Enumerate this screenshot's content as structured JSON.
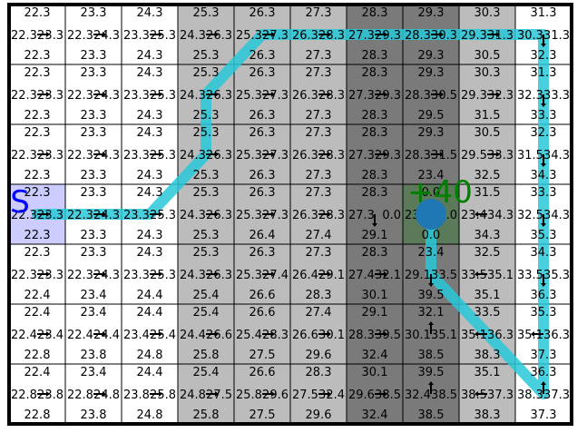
{
  "grid": {
    "rows": 7,
    "cols": 10,
    "column_shades": [
      "#ffffff",
      "#ffffff",
      "#ffffff",
      "#bcbcbc",
      "#bcbcbc",
      "#bcbcbc",
      "#7a7a7a",
      "#7a7a7a",
      "#bcbcbc",
      "#ffffff"
    ],
    "cells": [
      {
        "top": [
          "22.3",
          "23.3",
          "24.3",
          "25.3",
          "26.3",
          "27.3",
          "28.3",
          "29.3",
          "30.3",
          "31.3"
        ],
        "left": [
          "22.3",
          "22.3",
          "23.3",
          "24.3",
          "25.3",
          "26.3",
          "27.3",
          "28.3",
          "29.3",
          "30.3"
        ],
        "right": [
          "23.3",
          "24.3",
          "25.3",
          "26.3",
          "27.3",
          "28.3",
          "29.3",
          "30.3",
          "31.3",
          "31.3"
        ],
        "bottom": [
          "22.3",
          "23.3",
          "24.3",
          "25.3",
          "26.3",
          "27.3",
          "28.3",
          "29.3",
          "30.5",
          "32.3"
        ]
      },
      {
        "top": [
          "22.3",
          "23.3",
          "24.3",
          "25.3",
          "26.3",
          "27.3",
          "28.3",
          "29.3",
          "30.3",
          "31.3"
        ],
        "left": [
          "22.3",
          "22.3",
          "23.3",
          "24.3",
          "25.3",
          "26.3",
          "27.3",
          "28.3",
          "29.3",
          "32.3"
        ],
        "right": [
          "23.3",
          "24.3",
          "25.3",
          "26.3",
          "27.3",
          "28.3",
          "29.3",
          "30.5",
          "32.3",
          "33.3"
        ],
        "bottom": [
          "22.3",
          "23.3",
          "24.3",
          "25.3",
          "26.3",
          "27.3",
          "28.3",
          "29.5",
          "31.5",
          "33.3"
        ]
      },
      {
        "top": [
          "22.3",
          "23.3",
          "24.3",
          "25.3",
          "26.3",
          "27.3",
          "28.3",
          "29.3",
          "30.5",
          "32.3"
        ],
        "left": [
          "22.3",
          "22.3",
          "23.3",
          "24.3",
          "25.3",
          "26.3",
          "27.3",
          "28.3",
          "29.5",
          "31.5"
        ],
        "right": [
          "23.3",
          "24.3",
          "25.3",
          "26.3",
          "27.3",
          "28.3",
          "29.3",
          "31.5",
          "33.3",
          "34.3"
        ],
        "bottom": [
          "22.3",
          "23.3",
          "24.3",
          "25.3",
          "26.3",
          "27.3",
          "28.3",
          "23.4",
          "32.5",
          "34.3"
        ]
      },
      {
        "top": [
          "22.3",
          "23.3",
          "24.3",
          "25.3",
          "26.3",
          "27.3",
          "28.3",
          "0.0",
          "31.5",
          "33.3"
        ],
        "left": [
          "22.3",
          "22.3",
          "23.3",
          "24.3",
          "25.3",
          "26.3",
          "27.3",
          "23.4",
          "23.4",
          "32.5"
        ],
        "right": [
          "23.3",
          "24.3",
          "25.3",
          "26.3",
          "27.3",
          "28.3",
          "0.0",
          "0.0",
          "34.3",
          "34.3"
        ],
        "bottom": [
          "22.3",
          "23.3",
          "24.3",
          "25.3",
          "26.4",
          "27.4",
          "29.1",
          "0.0",
          "34.3",
          "35.3"
        ]
      },
      {
        "top": [
          "22.3",
          "23.3",
          "24.3",
          "25.3",
          "26.3",
          "27.3",
          "28.3",
          "23.4",
          "32.5",
          "34.3"
        ],
        "left": [
          "22.3",
          "22.3",
          "23.3",
          "24.3",
          "25.3",
          "26.4",
          "27.4",
          "29.1",
          "33.5",
          "33.5"
        ],
        "right": [
          "23.3",
          "24.3",
          "25.3",
          "26.3",
          "27.4",
          "29.1",
          "32.1",
          "33.5",
          "35.1",
          "35.3"
        ],
        "bottom": [
          "22.4",
          "23.4",
          "24.4",
          "25.4",
          "26.6",
          "28.3",
          "30.1",
          "39.5",
          "35.1",
          "36.3"
        ]
      },
      {
        "top": [
          "22.4",
          "23.4",
          "24.4",
          "25.4",
          "26.6",
          "27.4",
          "29.1",
          "32.1",
          "33.5",
          "35.3"
        ],
        "left": [
          "22.4",
          "22.4",
          "23.4",
          "24.4",
          "25.4",
          "26.6",
          "28.3",
          "30.1",
          "35.1",
          "35.1"
        ],
        "right": [
          "23.4",
          "24.4",
          "25.4",
          "26.6",
          "28.3",
          "30.1",
          "39.5",
          "35.1",
          "36.3",
          "36.3"
        ],
        "bottom": [
          "22.8",
          "23.8",
          "24.8",
          "25.8",
          "27.5",
          "29.6",
          "32.4",
          "38.5",
          "38.3",
          "37.3"
        ]
      },
      {
        "top": [
          "22.4",
          "23.4",
          "24.4",
          "25.4",
          "26.6",
          "28.3",
          "30.1",
          "39.5",
          "35.1",
          "36.3"
        ],
        "left": [
          "22.8",
          "22.8",
          "23.8",
          "24.8",
          "25.8",
          "27.5",
          "29.6",
          "32.4",
          "38.5",
          "38.3"
        ],
        "right": [
          "23.8",
          "24.8",
          "25.8",
          "27.5",
          "29.6",
          "32.4",
          "38.5",
          "38.5",
          "37.3",
          "37.3"
        ],
        "bottom": [
          "22.8",
          "23.8",
          "24.8",
          "25.8",
          "27.5",
          "29.6",
          "32.4",
          "38.5",
          "38.3",
          "37.3"
        ]
      }
    ],
    "arrows": [
      {
        "r": 0,
        "c": 0,
        "d": "right"
      },
      {
        "r": 0,
        "c": 1,
        "d": "right"
      },
      {
        "r": 0,
        "c": 2,
        "d": "right"
      },
      {
        "r": 0,
        "c": 3,
        "d": "right"
      },
      {
        "r": 0,
        "c": 4,
        "d": "right"
      },
      {
        "r": 0,
        "c": 5,
        "d": "right"
      },
      {
        "r": 0,
        "c": 6,
        "d": "right"
      },
      {
        "r": 0,
        "c": 7,
        "d": "right"
      },
      {
        "r": 0,
        "c": 8,
        "d": "right"
      },
      {
        "r": 0,
        "c": 9,
        "d": "down"
      },
      {
        "r": 1,
        "c": 0,
        "d": "right"
      },
      {
        "r": 1,
        "c": 1,
        "d": "right"
      },
      {
        "r": 1,
        "c": 2,
        "d": "right"
      },
      {
        "r": 1,
        "c": 3,
        "d": "right"
      },
      {
        "r": 1,
        "c": 4,
        "d": "right"
      },
      {
        "r": 1,
        "c": 5,
        "d": "right"
      },
      {
        "r": 1,
        "c": 6,
        "d": "right"
      },
      {
        "r": 1,
        "c": 7,
        "d": "right"
      },
      {
        "r": 1,
        "c": 8,
        "d": "right"
      },
      {
        "r": 1,
        "c": 9,
        "d": "down"
      },
      {
        "r": 2,
        "c": 0,
        "d": "right"
      },
      {
        "r": 2,
        "c": 1,
        "d": "right"
      },
      {
        "r": 2,
        "c": 2,
        "d": "right"
      },
      {
        "r": 2,
        "c": 3,
        "d": "right"
      },
      {
        "r": 2,
        "c": 4,
        "d": "right"
      },
      {
        "r": 2,
        "c": 5,
        "d": "right"
      },
      {
        "r": 2,
        "c": 6,
        "d": "right"
      },
      {
        "r": 2,
        "c": 7,
        "d": "right"
      },
      {
        "r": 2,
        "c": 8,
        "d": "right"
      },
      {
        "r": 2,
        "c": 9,
        "d": "down"
      },
      {
        "r": 3,
        "c": 0,
        "d": "right"
      },
      {
        "r": 3,
        "c": 1,
        "d": "right"
      },
      {
        "r": 3,
        "c": 2,
        "d": "right"
      },
      {
        "r": 3,
        "c": 3,
        "d": "right"
      },
      {
        "r": 3,
        "c": 4,
        "d": "right"
      },
      {
        "r": 3,
        "c": 5,
        "d": "right"
      },
      {
        "r": 3,
        "c": 6,
        "d": "down"
      },
      {
        "r": 3,
        "c": 8,
        "d": "left"
      },
      {
        "r": 3,
        "c": 9,
        "d": "down"
      },
      {
        "r": 4,
        "c": 0,
        "d": "right"
      },
      {
        "r": 4,
        "c": 1,
        "d": "right"
      },
      {
        "r": 4,
        "c": 2,
        "d": "right"
      },
      {
        "r": 4,
        "c": 3,
        "d": "right"
      },
      {
        "r": 4,
        "c": 4,
        "d": "right"
      },
      {
        "r": 4,
        "c": 5,
        "d": "right"
      },
      {
        "r": 4,
        "c": 6,
        "d": "right"
      },
      {
        "r": 4,
        "c": 7,
        "d": "down"
      },
      {
        "r": 4,
        "c": 8,
        "d": "left"
      },
      {
        "r": 4,
        "c": 9,
        "d": "down"
      },
      {
        "r": 5,
        "c": 0,
        "d": "right"
      },
      {
        "r": 5,
        "c": 1,
        "d": "right"
      },
      {
        "r": 5,
        "c": 2,
        "d": "right"
      },
      {
        "r": 5,
        "c": 3,
        "d": "right"
      },
      {
        "r": 5,
        "c": 4,
        "d": "right"
      },
      {
        "r": 5,
        "c": 5,
        "d": "right"
      },
      {
        "r": 5,
        "c": 6,
        "d": "right"
      },
      {
        "r": 5,
        "c": 7,
        "d": "up"
      },
      {
        "r": 5,
        "c": 8,
        "d": "left"
      },
      {
        "r": 5,
        "c": 9,
        "d": "left"
      },
      {
        "r": 6,
        "c": 0,
        "d": "right"
      },
      {
        "r": 6,
        "c": 1,
        "d": "right"
      },
      {
        "r": 6,
        "c": 2,
        "d": "right"
      },
      {
        "r": 6,
        "c": 3,
        "d": "right"
      },
      {
        "r": 6,
        "c": 4,
        "d": "right"
      },
      {
        "r": 6,
        "c": 5,
        "d": "right"
      },
      {
        "r": 6,
        "c": 6,
        "d": "right"
      },
      {
        "r": 6,
        "c": 7,
        "d": "up"
      },
      {
        "r": 6,
        "c": 8,
        "d": "left"
      },
      {
        "r": 6,
        "c": 9,
        "d": "up"
      }
    ],
    "start": {
      "row": 3,
      "col": 0,
      "label": "S",
      "color": "#ccccff",
      "text_color": "#0000ff"
    },
    "goal": {
      "row": 3,
      "col": 7,
      "label": "+40",
      "cell_color": "#5a7a5a",
      "text_color": "#008000",
      "agent_color": "#1f77b4"
    },
    "path_color": "#28c8d8",
    "path_cells": [
      [
        3,
        0
      ],
      [
        3,
        1
      ],
      [
        3,
        2
      ],
      [
        2,
        3
      ],
      [
        1,
        3
      ],
      [
        0,
        4
      ],
      [
        0,
        5
      ],
      [
        0,
        6
      ],
      [
        0,
        7
      ],
      [
        0,
        8
      ],
      [
        0,
        9
      ],
      [
        1,
        9
      ],
      [
        2,
        9
      ],
      [
        3,
        9
      ],
      [
        4,
        9
      ],
      [
        5,
        9
      ],
      [
        6,
        9
      ],
      [
        5,
        8
      ],
      [
        4,
        7
      ],
      [
        3,
        7
      ]
    ]
  }
}
